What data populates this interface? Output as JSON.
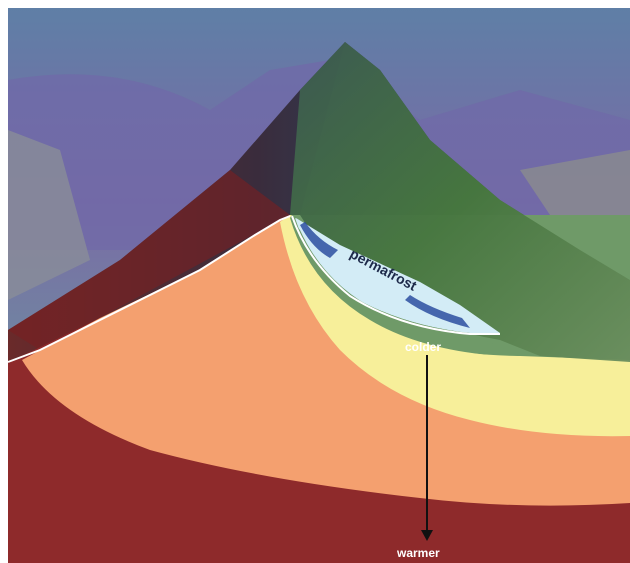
{
  "labels": {
    "permafrost": "permafrost",
    "colder": "colder",
    "warmer": "warmer"
  },
  "colors": {
    "deep_layer": "#8e2a2b",
    "warm_layer": "#f4a06f",
    "cool_layer": "#f7ef9a",
    "cold_layer": "#6f9a68",
    "permafrost_layer": "#d3ecf6",
    "sky": "#7fa7b5",
    "arrow": "#111111"
  }
}
